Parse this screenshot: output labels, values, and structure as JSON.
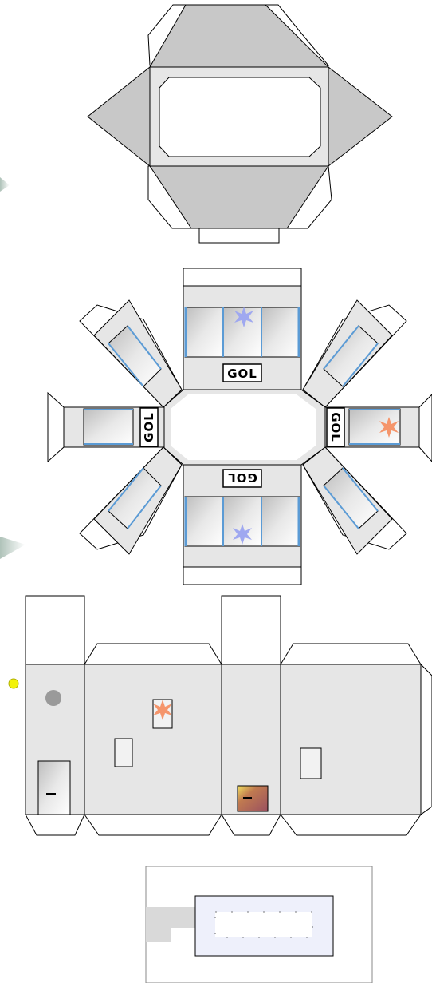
{
  "sheet": {
    "labels": {
      "sign_top": "GOL",
      "sign_bottom": "GOL",
      "sign_left": "GOL",
      "sign_right": "GOL"
    },
    "colors": {
      "roof_gray": "#c8c8c8",
      "wall_gray": "#e6e6e6",
      "outline": "#000000",
      "window_edge": "#5b9bd5",
      "star_blue": "#9fa8f0",
      "star_orange": "#f5956b",
      "lamp_yellow": "#f2f20a",
      "brown_box": "#a86058",
      "base_lavender": "#eef0fb"
    },
    "icons": [
      "star-icon",
      "circle-vent-icon",
      "lamp-icon"
    ]
  }
}
